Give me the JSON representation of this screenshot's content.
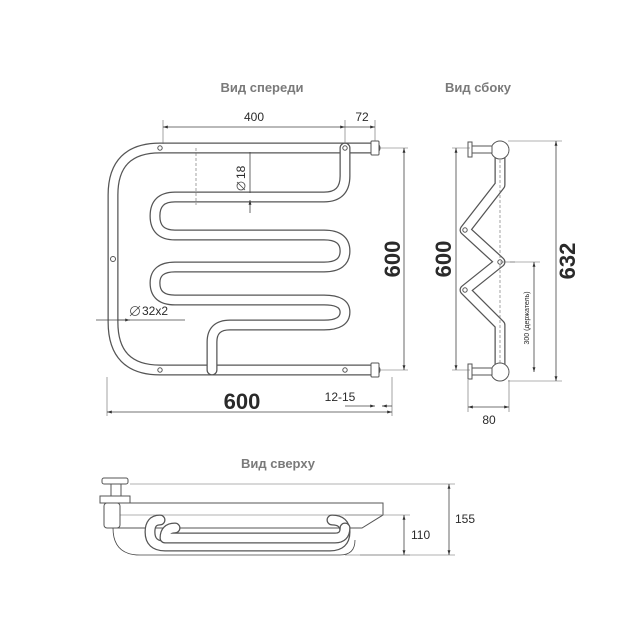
{
  "views": {
    "front_title": "Вид спереди",
    "side_title": "Вид сбоку",
    "top_title": "Вид сверху"
  },
  "front": {
    "dim_width_top": "400",
    "dim_offset": "72",
    "dim_pipe_small": "18",
    "dim_pipe_main": "32x2",
    "dim_height": "600",
    "dim_width_bottom": "600",
    "dim_wall_gap": "12-15"
  },
  "side": {
    "dim_height": "600",
    "dim_total_height": "632",
    "dim_holder": "300 (держатель)",
    "dim_depth": "80"
  },
  "top": {
    "dim_depth_inner": "110",
    "dim_depth_total": "155"
  },
  "colors": {
    "line": "#444444",
    "text": "#2a2a2a",
    "title": "#7a7a7a"
  }
}
